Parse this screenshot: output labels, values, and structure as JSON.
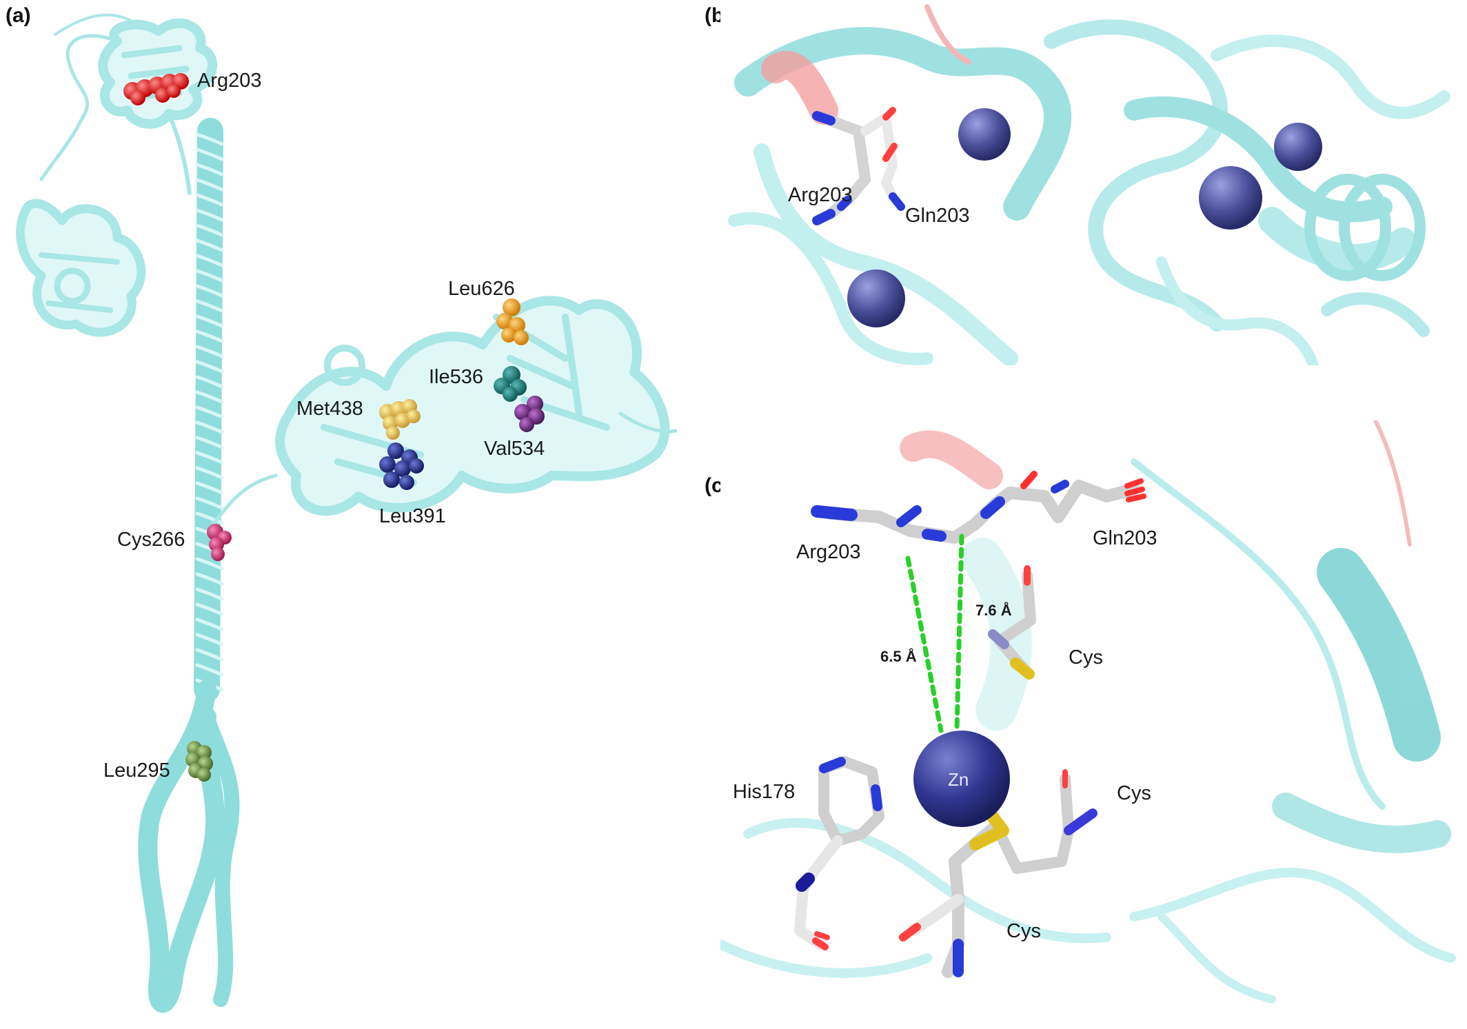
{
  "panels": {
    "a": {
      "letter": "(a)"
    },
    "b": {
      "letter": "(b)"
    },
    "c": {
      "letter": "(c)"
    }
  },
  "panel_a": {
    "labels": {
      "arg203": "Arg203",
      "leu626": "Leu626",
      "ile536": "Ile536",
      "met438": "Met438",
      "val534": "Val534",
      "leu391": "Leu391",
      "cys266": "Cys266",
      "leu295": "Leu295"
    }
  },
  "panel_b": {
    "labels": {
      "arg203": "Arg203",
      "gln203": "Gln203"
    }
  },
  "panel_c": {
    "labels": {
      "arg203": "Arg203",
      "gln203": "Gln203",
      "dist_1": "7.6 Å",
      "dist_2": "6.5 Å",
      "cys_1": "Cys",
      "cys_2": "Cys",
      "cys_3": "Cys",
      "his178": "His178",
      "zn": "Zn"
    }
  },
  "colors": {
    "ribbon": "#a9e6e6",
    "ribbon_dark": "#5cc8c8",
    "zinc": "#4a4f9a",
    "arg203": "#ee1111",
    "leu626": "#f0a020",
    "ile536": "#1a7a78",
    "met438": "#e8c050",
    "val534": "#7a2a8a",
    "leu391": "#232f8a",
    "cys266": "#d03070",
    "leu295": "#6a8a40",
    "distance": "#2ad02a"
  }
}
